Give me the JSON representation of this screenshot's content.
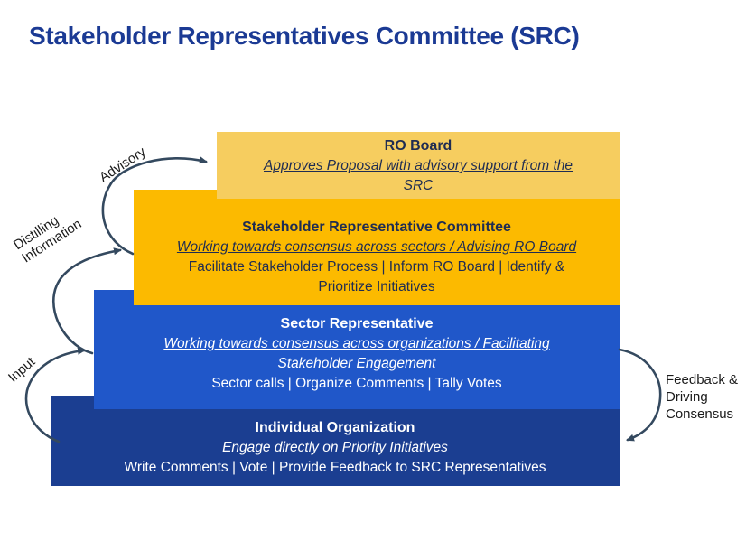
{
  "title": "Stakeholder Representatives Committee (SRC)",
  "colors": {
    "title_text": "#1b3a94",
    "ro_board_box": "#f6cd5f",
    "src_box": "#fcba00",
    "sector_box": "#2057c9",
    "individual_box": "#1b3e91",
    "navy_text": "#1f2c52",
    "white_text": "#ffffff",
    "arrow": "#34495f",
    "label_text": "#1a1a1a"
  },
  "boxes": [
    {
      "id": "ro-board",
      "heading": "RO Board",
      "subtitle": "Approves Proposal with advisory support from the\nSRC",
      "details": ""
    },
    {
      "id": "stakeholder-representative-committee",
      "heading": "Stakeholder Representative Committee",
      "subtitle": "Working towards consensus across sectors / Advising RO Board",
      "details": "Facilitate Stakeholder Process | Inform RO Board | Identify &\nPrioritize Initiatives"
    },
    {
      "id": "sector-representative",
      "heading": "Sector Representative",
      "subtitle": "Working towards consensus across organizations / Facilitating\nStakeholder Engagement",
      "details": "Sector calls | Organize Comments | Tally Votes"
    },
    {
      "id": "individual-organization",
      "heading": "Individual Organization",
      "subtitle": "Engage directly on Priority Initiatives",
      "details": "Write Comments | Vote | Provide Feedback to SRC Representatives"
    }
  ],
  "arrow_labels": {
    "advisory": "Advisory",
    "distilling": "Distilling\nInformation",
    "input": "Input",
    "feedback": "Feedback &\nDriving\nConsensus"
  }
}
